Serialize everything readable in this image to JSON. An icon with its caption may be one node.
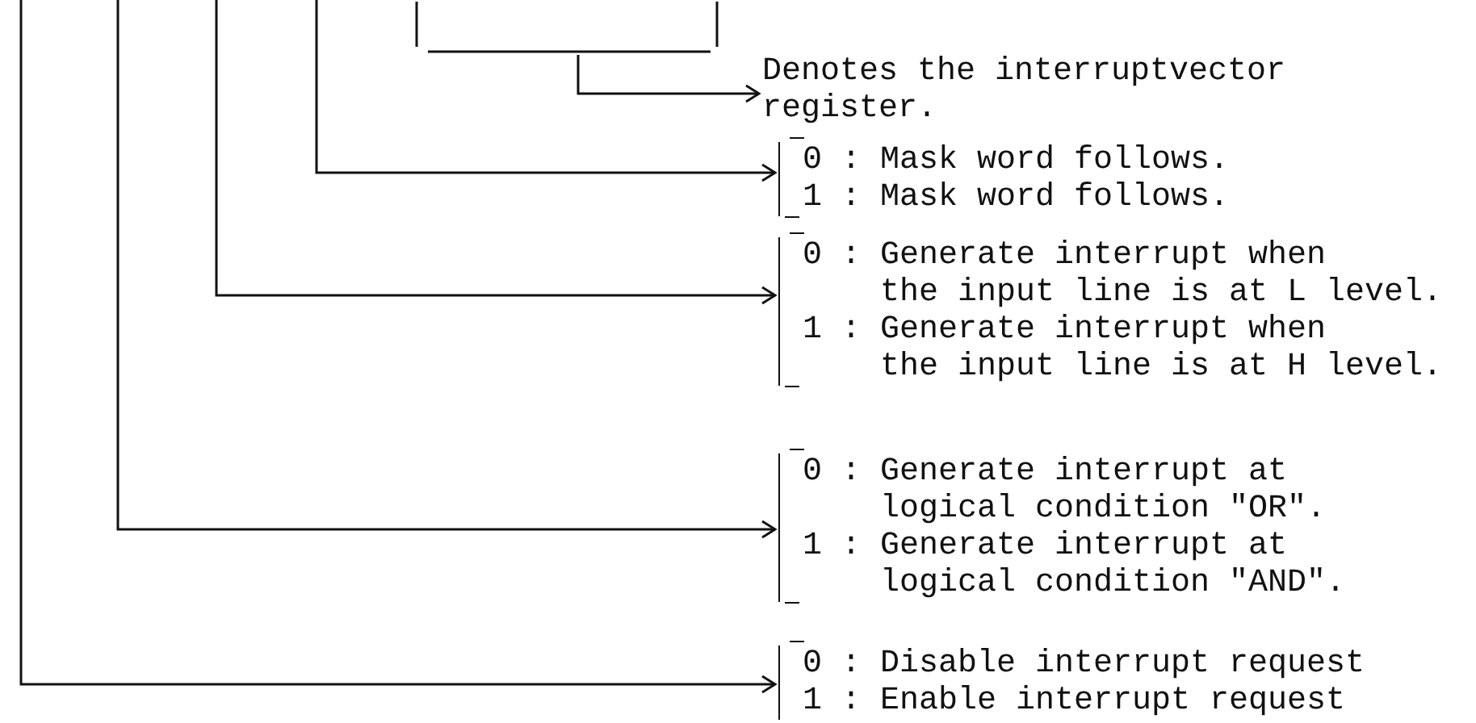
{
  "diagram": {
    "nodes": [
      {
        "text": [],
        "shape": "bracket"
      },
      {
        "text": [
          "Denotes the interruptvector register."
        ]
      },
      {
        "text": [
          "0 : Mask word follows.",
          "1 : Mask word follows."
        ]
      },
      {
        "text": [
          "0 : Generate interrupt when the input line is at L level.",
          "1 : Generate interrupt when the input line is at H level."
        ]
      },
      {
        "text": [
          "0 : Generate interrupt at logical condition \"OR\".",
          "1 : Generate interrupt at logical condition \"AND\"."
        ]
      },
      {
        "text": [
          "0 : Disable interrupt request",
          "1 : Enable interrupt request"
        ]
      }
    ],
    "edges": [
      {
        "from": 0,
        "to": 1,
        "arrow": "to"
      },
      {
        "from": null,
        "to": 2,
        "arrow": "to"
      },
      {
        "from": null,
        "to": 3,
        "arrow": "to"
      },
      {
        "from": null,
        "to": 4,
        "arrow": "to"
      },
      {
        "from": null,
        "to": 5,
        "arrow": "to"
      }
    ]
  }
}
